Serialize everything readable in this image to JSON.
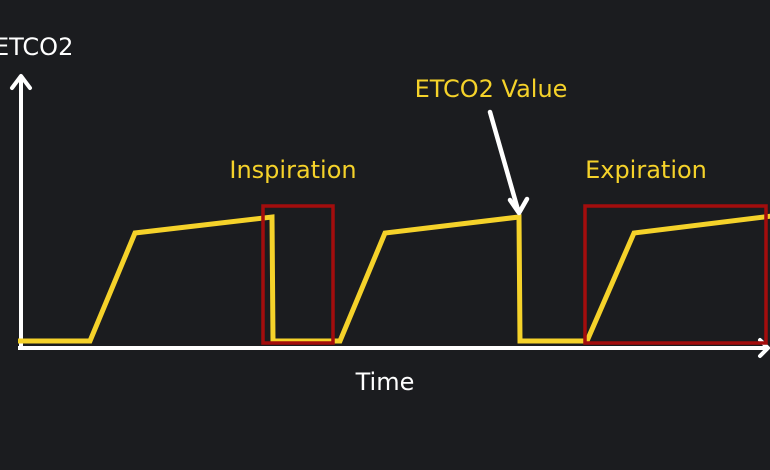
{
  "labels": {
    "y_axis": "ETCO2",
    "x_axis": "Time",
    "inspiration": "Inspiration",
    "expiration": "Expiration",
    "etco2_value": "ETCO2 Value"
  },
  "colors": {
    "background": "#1b1c1f",
    "waveform": "#f5d22a",
    "axes": "#ffffff",
    "highlight_box": "#a30d0d",
    "annotation_text": "#f5d22a"
  }
}
